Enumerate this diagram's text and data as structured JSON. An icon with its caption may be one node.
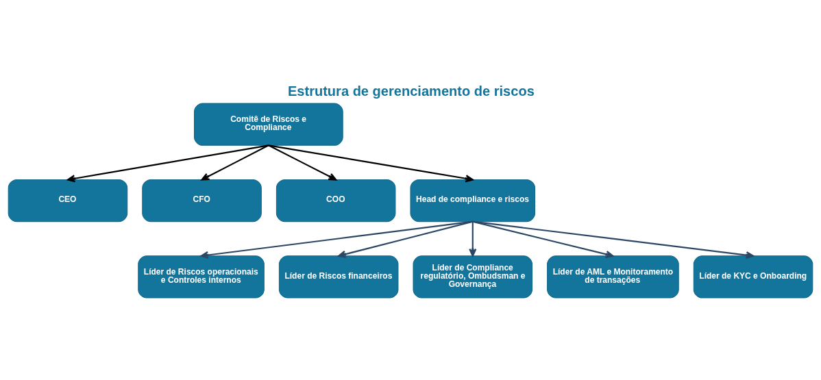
{
  "diagram": {
    "title": "Estrutura de gerenciamento de riscos",
    "nodes": [
      {
        "text": [
          "Comitê de Riscos e Compliance"
        ]
      },
      {
        "text": [
          "CEO"
        ]
      },
      {
        "text": [
          "CFO"
        ]
      },
      {
        "text": [
          "COO"
        ]
      },
      {
        "text": [
          "Head de compliance e riscos"
        ]
      },
      {
        "text": [
          "Líder de Riscos operacionais e Controles internos"
        ]
      },
      {
        "text": [
          "Líder de Riscos financeiros"
        ]
      },
      {
        "text": [
          "Líder de Compliance regulatório, Ombudsman e Governança"
        ]
      },
      {
        "text": [
          "Líder de AML e Monitoramento de transações"
        ]
      },
      {
        "text": [
          "Líder de KYC e Onboarding"
        ]
      }
    ],
    "edges": [
      {
        "from": 0,
        "to": 1,
        "arrow": "to",
        "color": "#000000"
      },
      {
        "from": 0,
        "to": 2,
        "arrow": "to",
        "color": "#000000"
      },
      {
        "from": 0,
        "to": 3,
        "arrow": "to",
        "color": "#000000"
      },
      {
        "from": 0,
        "to": 4,
        "arrow": "to",
        "color": "#000000"
      },
      {
        "from": 4,
        "to": 5,
        "arrow": "to"
      },
      {
        "from": 4,
        "to": 6,
        "arrow": "to"
      },
      {
        "from": 4,
        "to": 7,
        "arrow": "to"
      },
      {
        "from": 4,
        "to": 8,
        "arrow": "to"
      },
      {
        "from": 4,
        "to": 9,
        "arrow": "to"
      }
    ]
  }
}
